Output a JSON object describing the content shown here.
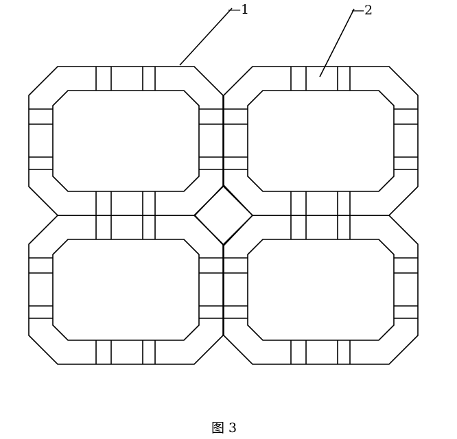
{
  "figure": {
    "caption": "图    3",
    "callouts": [
      {
        "id": "1",
        "text": "—1"
      },
      {
        "id": "2",
        "text": "—2"
      }
    ],
    "cells": [
      {
        "name": "cell-top-left"
      },
      {
        "name": "cell-top-right"
      },
      {
        "name": "cell-bottom-left"
      },
      {
        "name": "cell-bottom-right"
      }
    ],
    "colors": {
      "line": "#000000",
      "background": "#ffffff"
    }
  }
}
